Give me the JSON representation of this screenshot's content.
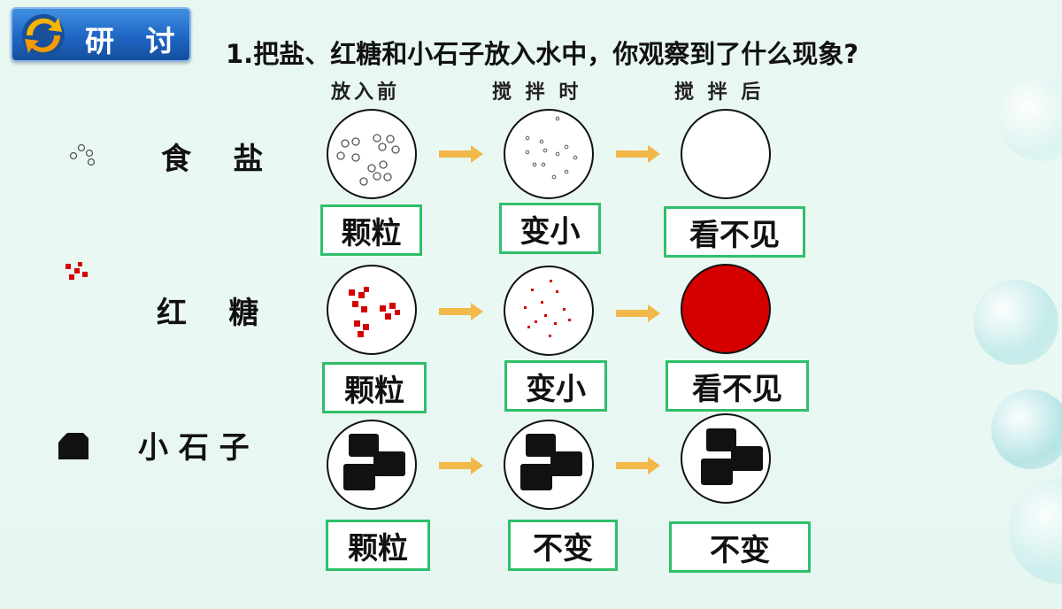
{
  "badge": {
    "label": "研 讨"
  },
  "question": "1.把盐、红糖和小石子放入水中，你观察到了什么现象?",
  "columns": [
    "放入前",
    "搅 拌 时",
    "搅 拌 后"
  ],
  "rows": [
    {
      "label": "食    盐",
      "results": [
        "颗粒",
        "变小",
        "看不见"
      ]
    },
    {
      "label": "红    糖",
      "results": [
        "颗粒",
        "变小",
        "看不见"
      ]
    },
    {
      "label": "小 石 子",
      "results": [
        "颗粒",
        "不变",
        "不变"
      ]
    }
  ],
  "colors": {
    "result_border": "#2fbf6b",
    "arrow": "#f2b84a",
    "sugar": "#d40000",
    "badge_blue": "#1f66c4"
  }
}
